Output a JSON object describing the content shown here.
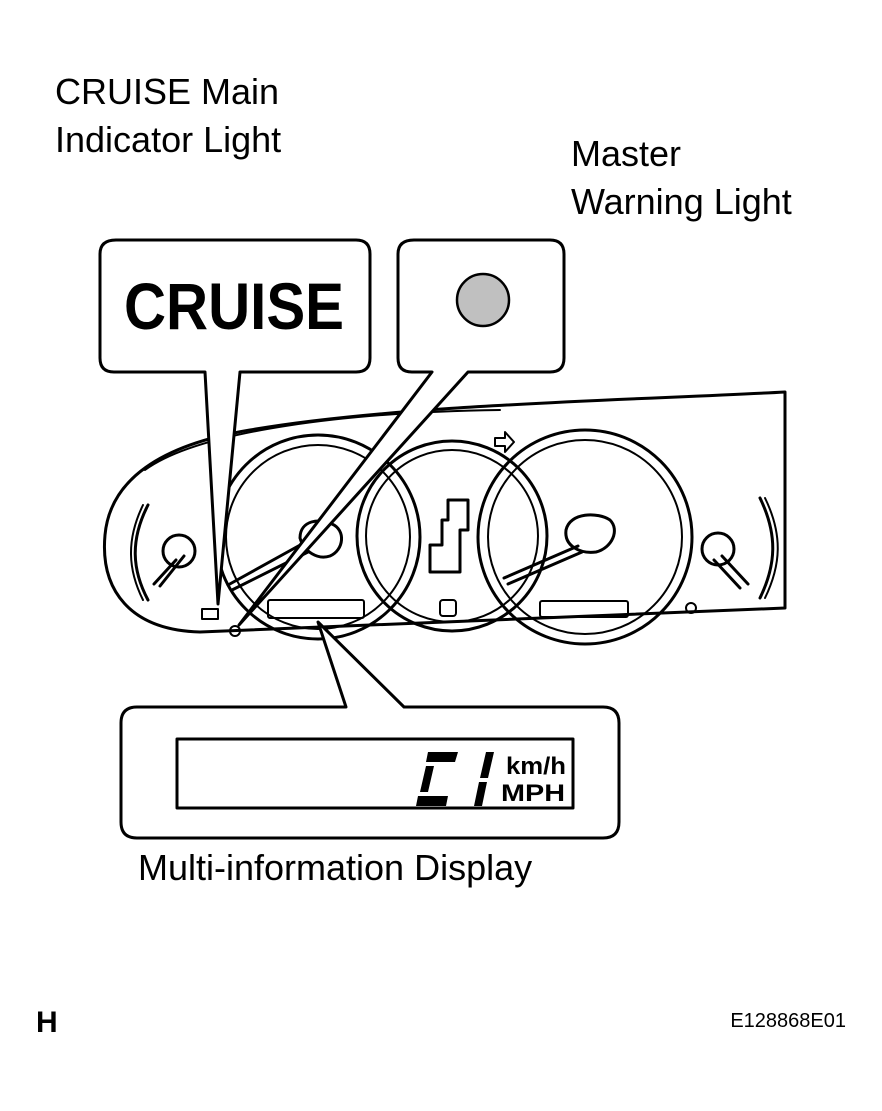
{
  "labels": {
    "cruise_main_line1": "CRUISE Main",
    "cruise_main_line2": "Indicator Light",
    "master_warning_line1": "Master",
    "master_warning_line2": "Warning Light",
    "multi_info_display": "Multi-information Display"
  },
  "callouts": {
    "cruise_indicator_text": "CRUISE",
    "display_code": "C1",
    "unit_kmh": "km/h",
    "unit_mph": "MPH"
  },
  "footer": {
    "corner_letter": "H",
    "figure_id": "E128868E01"
  },
  "colors": {
    "master_warning_lamp": "#c0c0c0",
    "line": "#000000",
    "background": "#ffffff"
  }
}
